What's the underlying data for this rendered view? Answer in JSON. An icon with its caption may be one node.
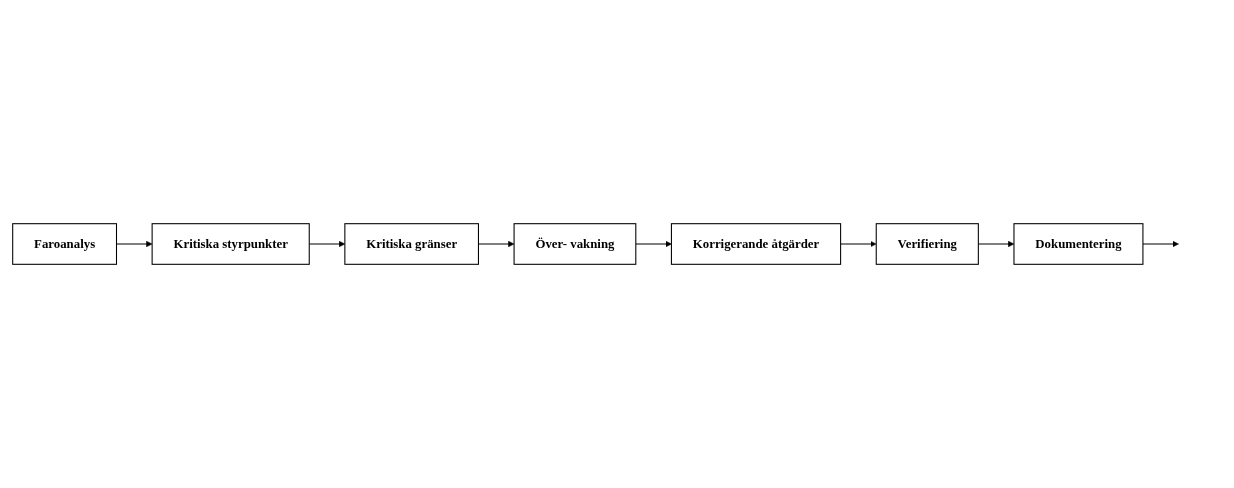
{
  "diagram": {
    "nodes": [
      {
        "text": [
          "Faroanalys"
        ]
      },
      {
        "text": [
          "Kritiska styrpunkter"
        ]
      },
      {
        "text": [
          "Kritiska gränser"
        ]
      },
      {
        "text": [
          "Över- vakning"
        ]
      },
      {
        "text": [
          "Korrigerande åtgärder"
        ]
      },
      {
        "text": [
          "Verifiering"
        ]
      },
      {
        "text": [
          "Dokumentering"
        ]
      }
    ],
    "edges": [
      {
        "from": 0,
        "to": 1,
        "arrow": "to"
      },
      {
        "from": 1,
        "to": 2,
        "arrow": "to"
      },
      {
        "from": 2,
        "to": 3,
        "arrow": "to"
      },
      {
        "from": 3,
        "to": 4,
        "arrow": "to"
      },
      {
        "from": 4,
        "to": 5,
        "arrow": "to"
      },
      {
        "from": 5,
        "to": 6,
        "arrow": "to"
      },
      {
        "from": 6,
        "to": null,
        "arrow": "to"
      }
    ]
  }
}
